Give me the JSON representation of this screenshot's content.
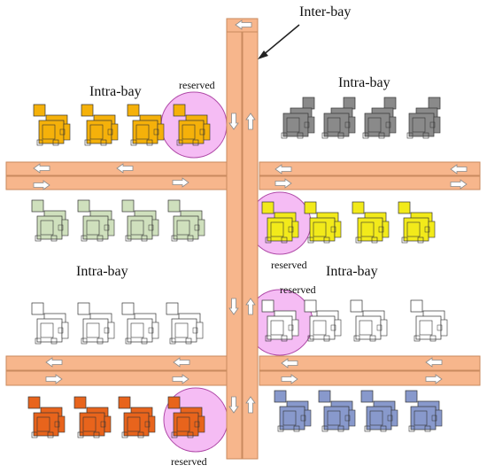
{
  "labels": {
    "inter_bay": "Inter-bay",
    "intra_bay_top_left": "Intra-bay",
    "intra_bay_top_right": "Intra-bay",
    "intra_bay_mid_left": "Intra-bay",
    "intra_bay_mid_right": "Intra-bay",
    "reserved_1": "reserved",
    "reserved_2": "reserved",
    "reserved_3": "reserved",
    "reserved_4": "reserved"
  },
  "colors": {
    "track_fill": "#f7b68c",
    "track_stroke": "#c98a5e",
    "reserved_circle": "#f2a6f0",
    "reserved_circle_stroke": "#b04aa8",
    "arrow_fill": "#ffffff",
    "arrow_stroke": "#8a8a8a",
    "machine_stroke": "#333333",
    "row1_left": "#f5b10a",
    "row1_right": "#8a8a8a",
    "row2_left": "#cfe0bd",
    "row2_right": "#f2ea1a",
    "row3_left": "#ffffff",
    "row3_right": "#ffffff",
    "row4_left": "#e8641c",
    "row4_right": "#8899cc"
  },
  "machine_rows": [
    {
      "id": "row1-left",
      "color_key": "row1_left",
      "count": 4,
      "tag": "top-left"
    },
    {
      "id": "row1-right",
      "color_key": "row1_right",
      "count": 4,
      "tag": "top-right"
    },
    {
      "id": "row2-left",
      "color_key": "row2_left",
      "count": 4,
      "tag": "top-left"
    },
    {
      "id": "row2-right",
      "color_key": "row2_right",
      "count": 4,
      "tag": "top-left"
    },
    {
      "id": "row3-left",
      "color_key": "row3_left",
      "count": 4,
      "tag": "top-left"
    },
    {
      "id": "row3-right",
      "color_key": "row3_right",
      "count": 4,
      "tag": "top-left"
    },
    {
      "id": "row4-left",
      "color_key": "row4_left",
      "count": 4,
      "tag": "top-left"
    },
    {
      "id": "row4-right",
      "color_key": "row4_right",
      "count": 4,
      "tag": "top-left"
    }
  ]
}
